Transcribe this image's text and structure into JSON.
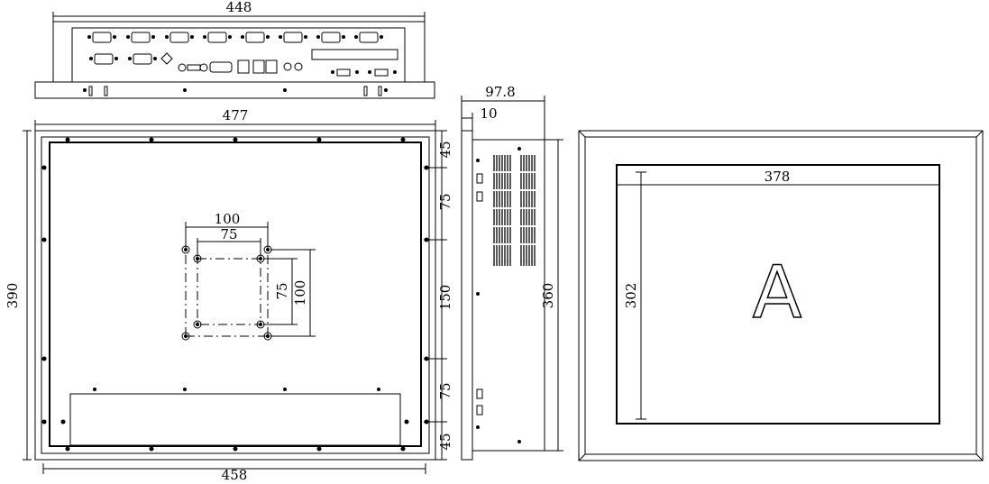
{
  "dimensions": {
    "top_width": "448",
    "front_width": "477",
    "front_inner_width": "458",
    "front_height": "390",
    "right_45_top": "45",
    "right_75_a": "75",
    "right_150": "150",
    "right_75_b": "75",
    "right_45_bottom": "45",
    "vesa_outer_w": "100",
    "vesa_inner_w": "75",
    "vesa_inner_h": "75",
    "vesa_outer_h": "100",
    "side_depth": "97.8",
    "side_bezel": "10",
    "side_height": "360",
    "screen_width": "378",
    "screen_height": "302"
  },
  "screen_label": "A"
}
